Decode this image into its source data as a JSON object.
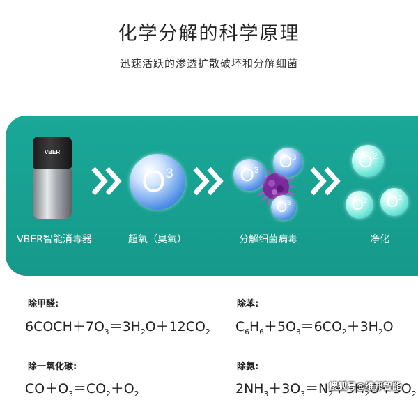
{
  "header": {
    "title": "化学分解的科学原理",
    "subtitle": "迅速活跃的渗透扩散破坏和分解细菌"
  },
  "process": {
    "device_brand": "VBER",
    "steps": [
      {
        "label": "VBER智能消毒器"
      },
      {
        "label": "超氧（臭氧）"
      },
      {
        "label": "分解细菌病毒"
      },
      {
        "label": "净化"
      }
    ],
    "bubble_o3": "O",
    "bubble_o3_sup": "3",
    "bubble_o2": "O",
    "bubble_o2_sup": "2"
  },
  "reactions": [
    {
      "label": "除甲醛:",
      "parts": [
        "6COCH＋7O",
        "3",
        "＝3H",
        "2",
        "O＋12CO",
        "2"
      ]
    },
    {
      "label": "除苯:",
      "parts": [
        "C",
        "6",
        "H",
        "6",
        "＋5O",
        "3",
        "＝6CO",
        "2",
        "＋3H",
        "2",
        "O"
      ]
    },
    {
      "label": "除一氧化碳:",
      "parts": [
        "CO＋O",
        "3",
        "＝CO",
        "2",
        "＋O",
        "2"
      ]
    },
    {
      "label": "除氨:",
      "parts": [
        "2NH",
        "3",
        "＋3O",
        "3",
        "＝N",
        "2",
        "＋3H",
        "2",
        "O＋3O",
        "2"
      ]
    }
  ],
  "watermark": "搜狐号@维邦智能",
  "colors": {
    "panel": "#15998a",
    "o3": "#4f8ee6",
    "o2": "#5fe0d2",
    "virus": "#7a2a9a"
  }
}
